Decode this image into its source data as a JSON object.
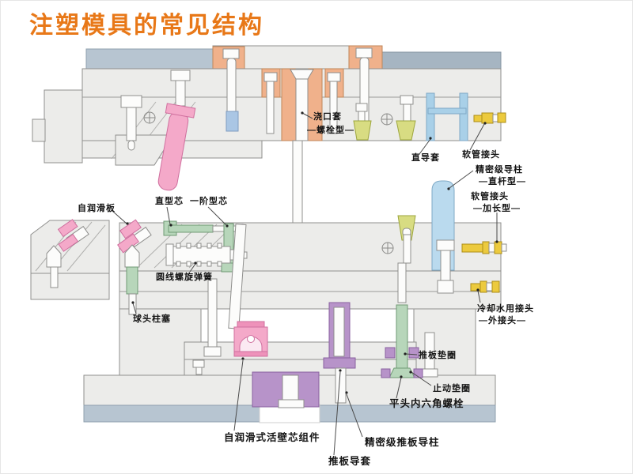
{
  "title": "注塑模具的常见结构",
  "palette": {
    "title_orange": "#e87818",
    "plate_gray": "#ececea",
    "clamp_band_blue": "#b7c5d1",
    "top_band_gray": "#a6b5c2",
    "sprue_salmon": "#f0b18b",
    "pin_pink": "#f4a9c9",
    "pillar_blue": "#badaee",
    "sleeve_blue": "#a9d0e8",
    "wedge_yellow_green": "#d8dc82",
    "core_green": "#b7d6ba",
    "connector_yellow": "#ecca3e",
    "bushing_purple": "#b793c9"
  },
  "labels": {
    "sprue_bushing_l1": "浇口套",
    "sprue_bushing_l2": "—螺栓型—",
    "straight_guide_sleeve": "直导套",
    "hose_connector": "软管接头",
    "precision_guide_pillar_l1": "精密级导柱",
    "precision_guide_pillar_l2": "—直杆型—",
    "hose_connector_long_l1": "软管接头",
    "hose_connector_long_l2": "—加长型—",
    "cooling_water_connector_l1": "冷却水用接头",
    "cooling_water_connector_l2": "—外接头—",
    "ejector_plate_washer": "推板垫圈",
    "stop_washer": "止动垫圈",
    "flat_head_socket_bolt": "平头内六角螺栓",
    "self_lubricating_plate": "自润滑板",
    "straight_core_pin": "直型芯",
    "stepped_core_pin": "一阶型芯",
    "round_wire_coil_spring": "圆线螺旋弹簧",
    "ball_plunger": "球头柱塞",
    "slide_core_unit": "自润滑式活壁芯组件",
    "ejector_plate_guide_sleeve": "推板导套",
    "precision_ejector_guide_pillar": "精密级推板导柱"
  }
}
